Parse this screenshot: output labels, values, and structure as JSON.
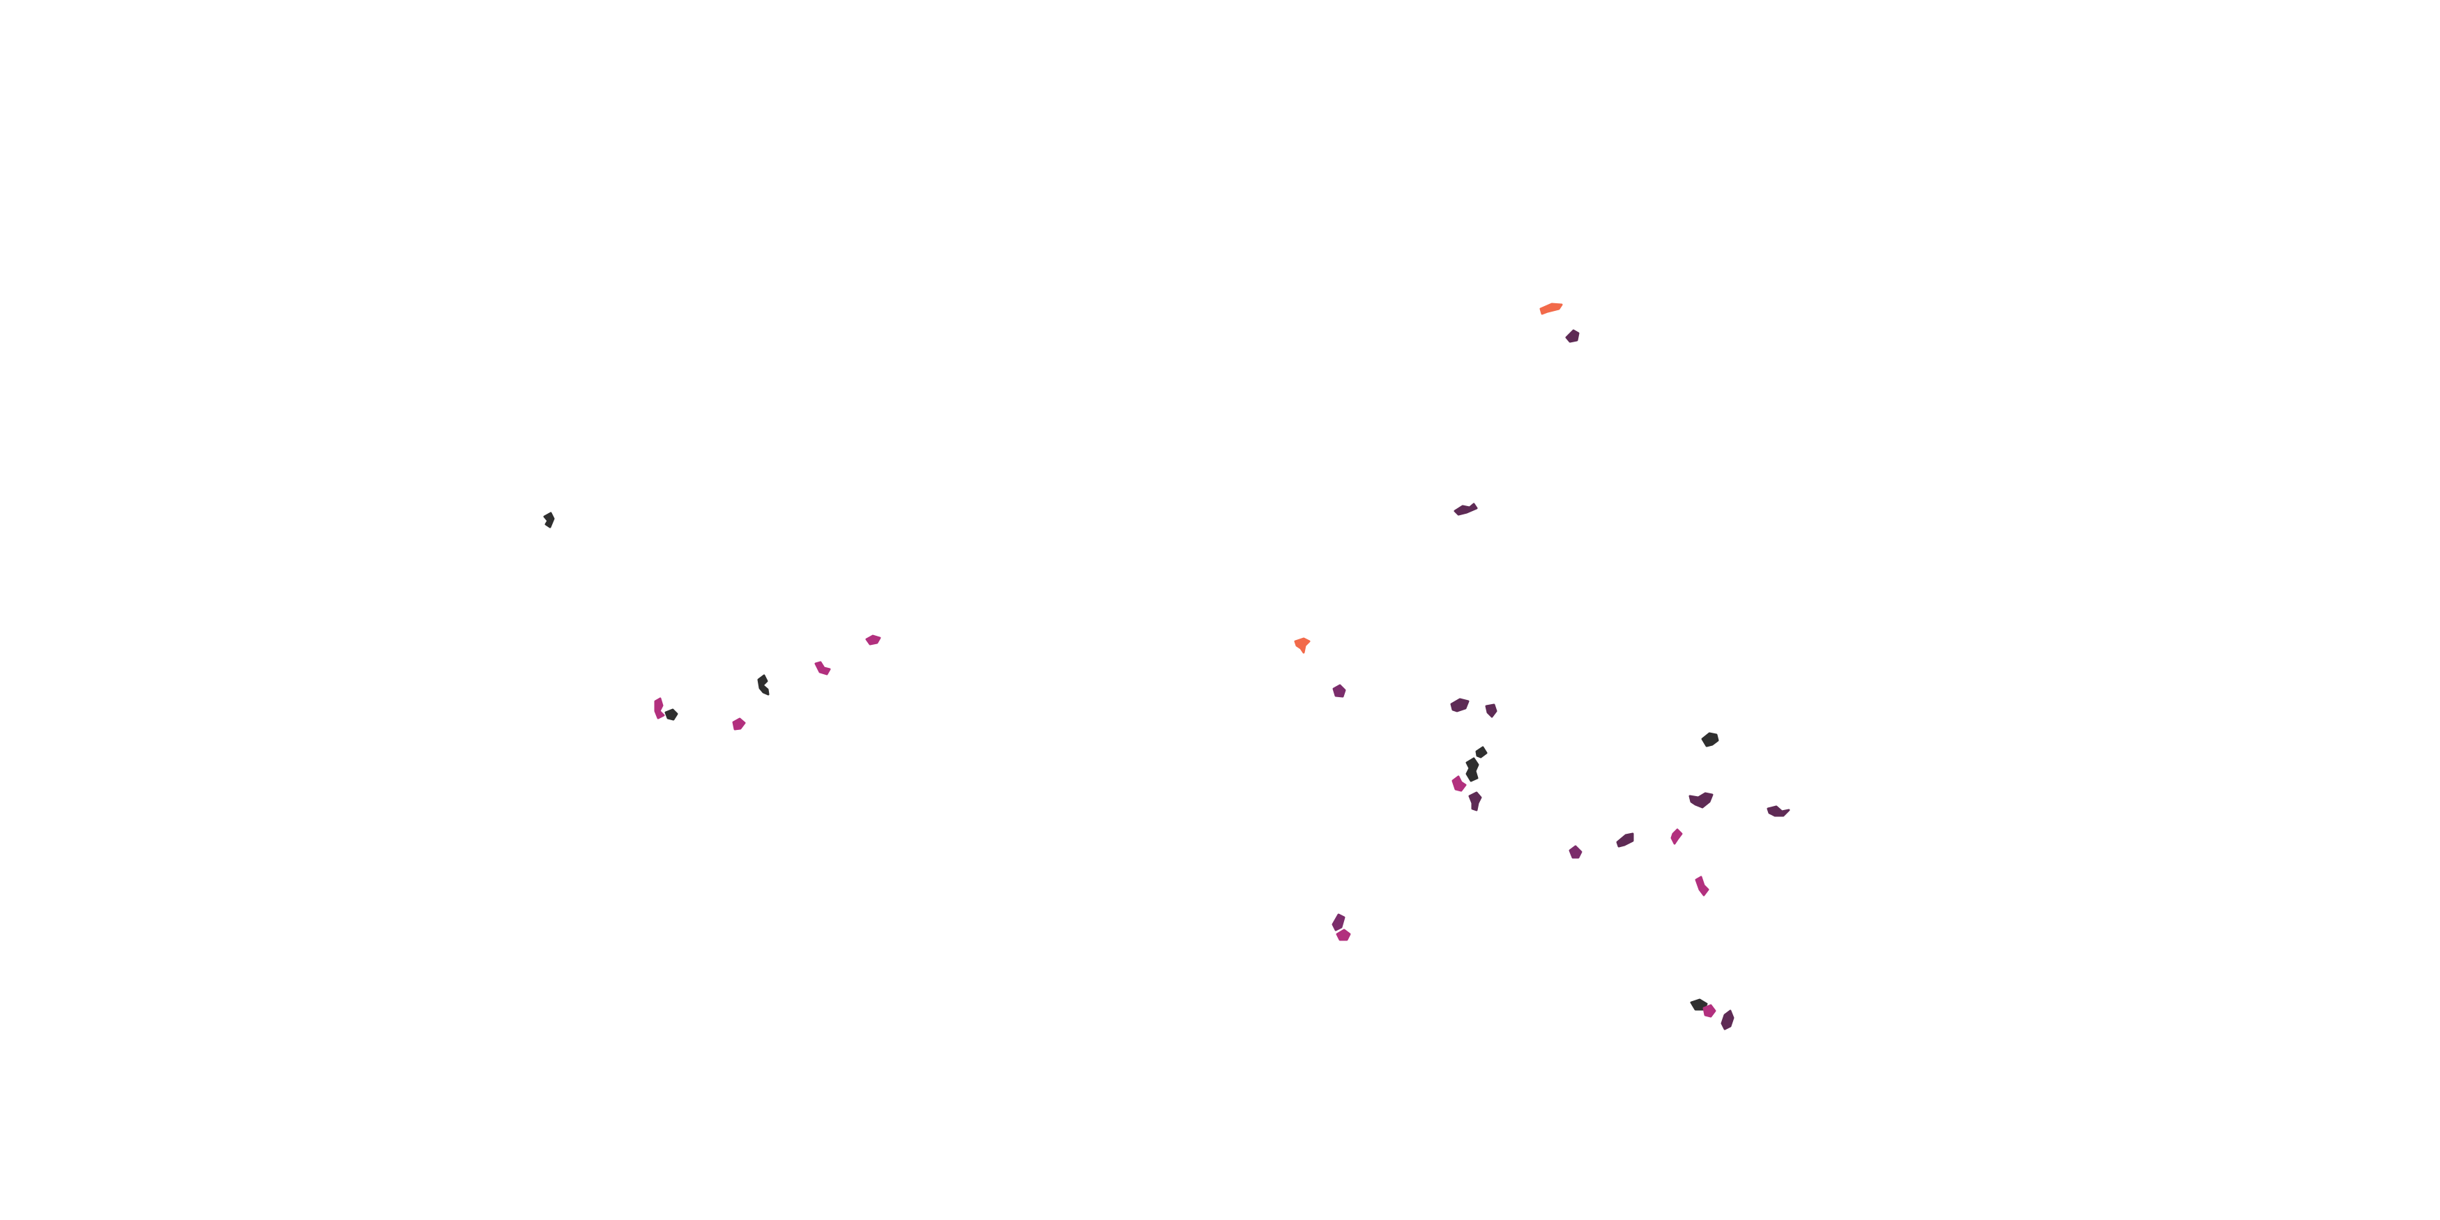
{
  "map": {
    "background": "#ffffff",
    "palette": {
      "dark": "#2f2f2f",
      "plum": "#5e2b55",
      "purple": "#7b2d6b",
      "magenta": "#b2307e",
      "orange": "#f26a4a"
    },
    "regions": [
      {
        "id": "r01",
        "color": "dark"
      },
      {
        "id": "r02",
        "color": "magenta"
      },
      {
        "id": "r03",
        "color": "magenta"
      },
      {
        "id": "r04",
        "color": "dark"
      },
      {
        "id": "r05",
        "color": "magenta"
      },
      {
        "id": "r06",
        "color": "dark"
      },
      {
        "id": "r07",
        "color": "magenta"
      },
      {
        "id": "r08",
        "color": "orange"
      },
      {
        "id": "r09",
        "color": "plum"
      },
      {
        "id": "r10",
        "color": "plum"
      },
      {
        "id": "r11",
        "color": "orange"
      },
      {
        "id": "r12",
        "color": "purple"
      },
      {
        "id": "r13",
        "color": "plum"
      },
      {
        "id": "r14",
        "color": "plum"
      },
      {
        "id": "r15",
        "color": "dark"
      },
      {
        "id": "r16",
        "color": "dark"
      },
      {
        "id": "r17",
        "color": "magenta"
      },
      {
        "id": "r18",
        "color": "plum"
      },
      {
        "id": "r19",
        "color": "dark"
      },
      {
        "id": "r20",
        "color": "plum"
      },
      {
        "id": "r21",
        "color": "plum"
      },
      {
        "id": "r22",
        "color": "purple"
      },
      {
        "id": "r23",
        "color": "plum"
      },
      {
        "id": "r24",
        "color": "magenta"
      },
      {
        "id": "r25",
        "color": "magenta"
      },
      {
        "id": "r26",
        "color": "purple"
      },
      {
        "id": "r27",
        "color": "magenta"
      },
      {
        "id": "r28",
        "color": "dark"
      },
      {
        "id": "r29",
        "color": "magenta"
      },
      {
        "id": "r30",
        "color": "plum"
      }
    ]
  }
}
